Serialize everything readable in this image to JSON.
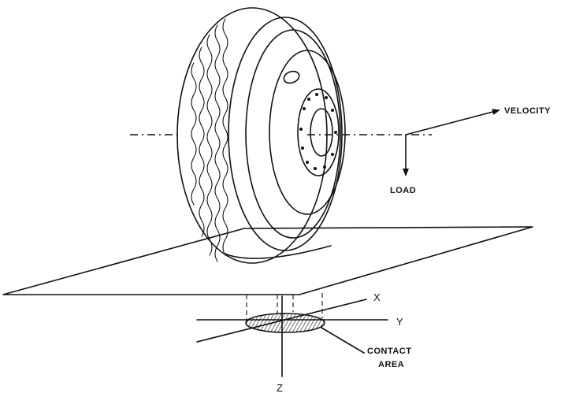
{
  "labels": {
    "velocity": "VELOCITY",
    "load": "LOAD",
    "x_axis": "X",
    "y_axis": "Y",
    "z_axis": "Z",
    "contact_line1": "CONTACT",
    "contact_line2": "AREA"
  }
}
